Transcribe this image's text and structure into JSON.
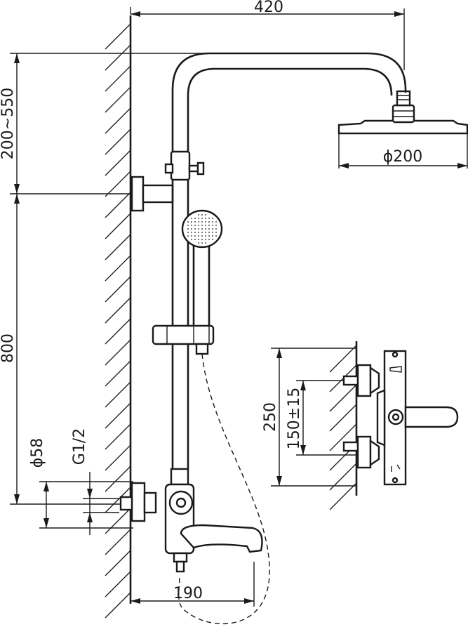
{
  "drawing": {
    "dimensions": {
      "overall_width": "420",
      "height_range": "200~550",
      "head_diameter": "ϕ200",
      "rail_height": "800",
      "flange_diameter": "ϕ58",
      "thread": "G1/2",
      "spout_projection": "190",
      "mixer_height": "250",
      "inlet_spacing": "150±15"
    }
  }
}
